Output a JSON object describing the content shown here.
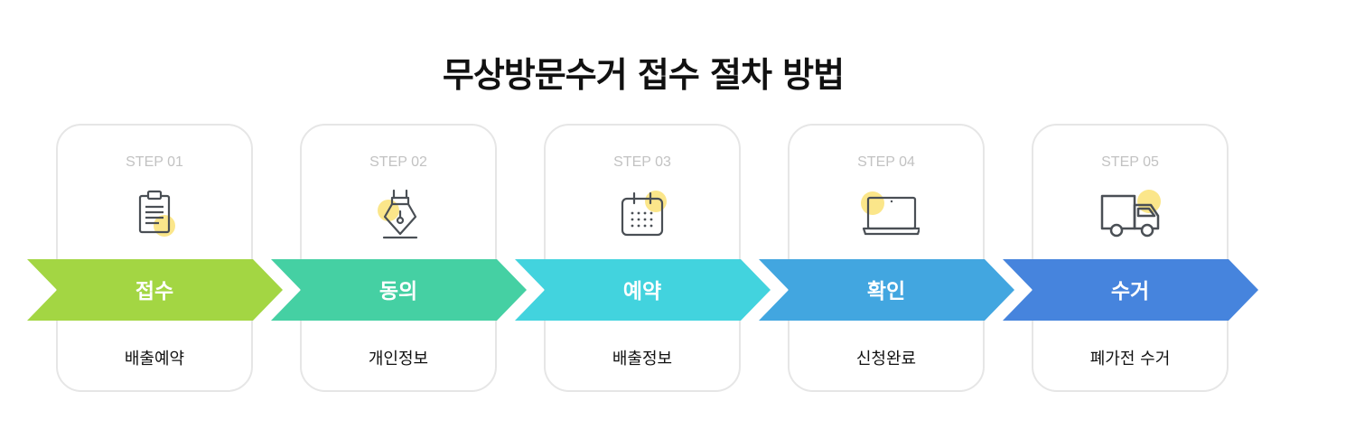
{
  "title": "무상방문수거 접수 절차 방법",
  "steps": [
    {
      "step": "STEP 01",
      "name": "접수",
      "detail": "배출예약",
      "icon": "clipboard-icon",
      "color": "#a3d643"
    },
    {
      "step": "STEP 02",
      "name": "동의",
      "detail": "개인정보",
      "icon": "pen-nib-icon",
      "color": "#45d0a3"
    },
    {
      "step": "STEP 03",
      "name": "예약",
      "detail": "배출정보",
      "icon": "calendar-icon",
      "color": "#42d3de"
    },
    {
      "step": "STEP 04",
      "name": "확인",
      "detail": "신청완료",
      "icon": "laptop-icon",
      "color": "#42a6e0"
    },
    {
      "step": "STEP 05",
      "name": "수거",
      "detail": "폐가전 수거",
      "icon": "truck-icon",
      "color": "#4684dd"
    }
  ],
  "colors": {
    "accent_circle": "#fbe68a",
    "icon_stroke": "#4a4f55",
    "card_border": "#e6e6e6",
    "step_text": "#c2c2c2"
  }
}
